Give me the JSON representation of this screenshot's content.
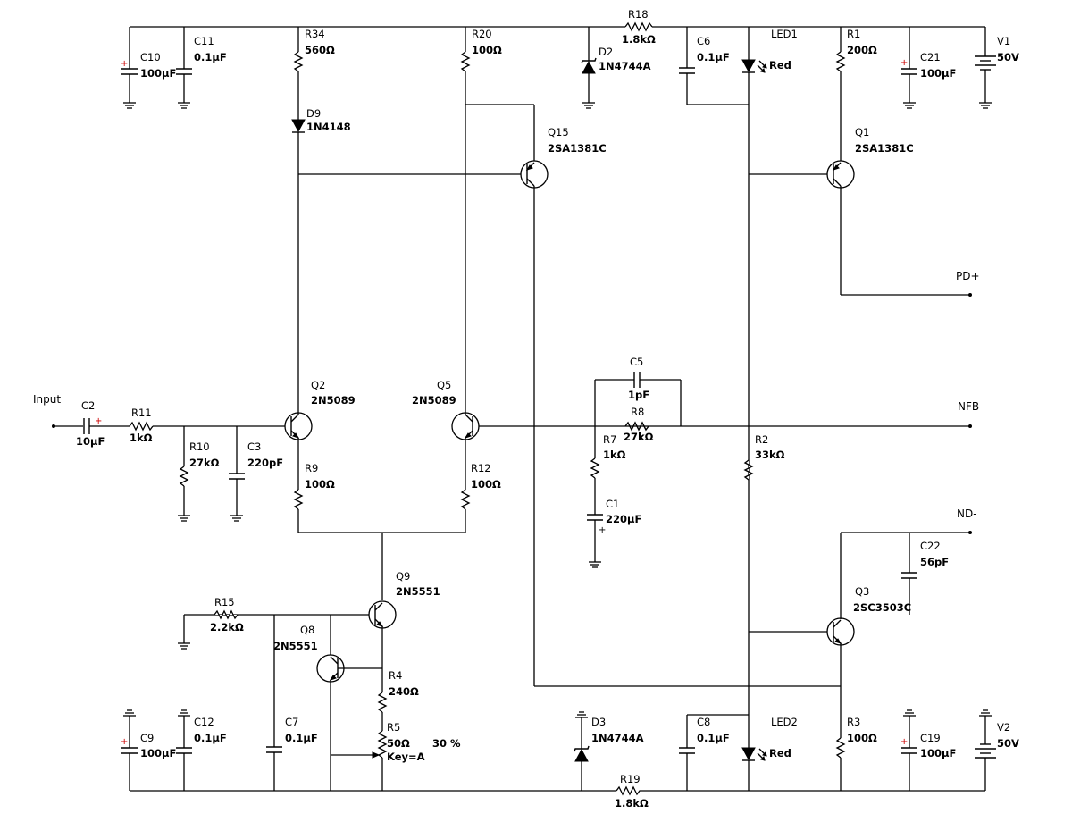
{
  "ports": {
    "input": "Input",
    "pd_plus": "PD+",
    "nfb": "NFB",
    "nd_minus": "ND-"
  },
  "components": {
    "C10": {
      "ref": "C10",
      "value": "100µF"
    },
    "C11": {
      "ref": "C11",
      "value": "0.1µF"
    },
    "R34": {
      "ref": "R34",
      "value": "560Ω"
    },
    "D9": {
      "ref": "D9",
      "value": "1N4148"
    },
    "R20": {
      "ref": "R20",
      "value": "100Ω"
    },
    "D2": {
      "ref": "D2",
      "value": "1N4744A"
    },
    "R18": {
      "ref": "R18",
      "value": "1.8kΩ"
    },
    "C6": {
      "ref": "C6",
      "value": "0.1µF"
    },
    "LED1": {
      "ref": "LED1",
      "value": "Red"
    },
    "R1": {
      "ref": "R1",
      "value": "200Ω"
    },
    "C21": {
      "ref": "C21",
      "value": "100µF"
    },
    "V1": {
      "ref": "V1",
      "value": "50V"
    },
    "Q15": {
      "ref": "Q15",
      "value": "2SA1381C"
    },
    "Q1": {
      "ref": "Q1",
      "value": "2SA1381C"
    },
    "C5": {
      "ref": "C5",
      "value": "1pF"
    },
    "R8": {
      "ref": "R8",
      "value": "27kΩ"
    },
    "Q2": {
      "ref": "Q2",
      "value": "2N5089"
    },
    "Q5": {
      "ref": "Q5",
      "value": "2N5089"
    },
    "C2": {
      "ref": "C2",
      "value": "10µF"
    },
    "R11": {
      "ref": "R11",
      "value": "1kΩ"
    },
    "R10": {
      "ref": "R10",
      "value": "27kΩ"
    },
    "C3": {
      "ref": "C3",
      "value": "220pF"
    },
    "R9": {
      "ref": "R9",
      "value": "100Ω"
    },
    "R12": {
      "ref": "R12",
      "value": "100Ω"
    },
    "R7": {
      "ref": "R7",
      "value": "1kΩ"
    },
    "R2": {
      "ref": "R2",
      "value": "33kΩ"
    },
    "C1": {
      "ref": "C1",
      "value": "220µF"
    },
    "C22": {
      "ref": "C22",
      "value": "56pF"
    },
    "Q9": {
      "ref": "Q9",
      "value": "2N5551"
    },
    "Q3": {
      "ref": "Q3",
      "value": "2SC3503C"
    },
    "R15": {
      "ref": "R15",
      "value": "2.2kΩ"
    },
    "Q8": {
      "ref": "Q8",
      "value": "2N5551"
    },
    "R4": {
      "ref": "R4",
      "value": "240Ω"
    },
    "R5": {
      "ref": "R5",
      "value": "50Ω",
      "key": "Key=A",
      "setting": "30 %"
    },
    "C9": {
      "ref": "C9",
      "value": "100µF"
    },
    "C12": {
      "ref": "C12",
      "value": "0.1µF"
    },
    "C7": {
      "ref": "C7",
      "value": "0.1µF"
    },
    "D3": {
      "ref": "D3",
      "value": "1N4744A"
    },
    "C8": {
      "ref": "C8",
      "value": "0.1µF"
    },
    "LED2": {
      "ref": "LED2",
      "value": "Red"
    },
    "R3": {
      "ref": "R3",
      "value": "100Ω"
    },
    "C19": {
      "ref": "C19",
      "value": "100µF"
    },
    "V2": {
      "ref": "V2",
      "value": "50V"
    },
    "R19": {
      "ref": "R19",
      "value": "1.8kΩ"
    }
  },
  "polarity_mark": "+"
}
